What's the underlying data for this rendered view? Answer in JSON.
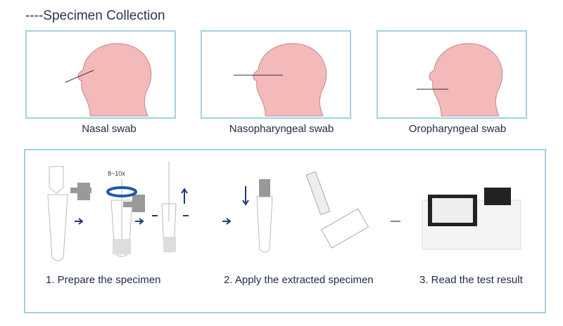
{
  "title": "----Specimen Collection",
  "collection": [
    {
      "label": "Nasal swab"
    },
    {
      "label": "Nasopharyngeal swab"
    },
    {
      "label": "Oropharyngeal swab"
    }
  ],
  "procedure": {
    "rotation_label": "8~10x",
    "steps": [
      {
        "label": "1. Prepare the specimen"
      },
      {
        "label": "2. Apply the extracted specimen"
      },
      {
        "label": "3. Read the test result"
      }
    ]
  },
  "colors": {
    "border": "#9fd3df",
    "skin": "#f4b9b9",
    "arrow": "#1f3b73"
  }
}
